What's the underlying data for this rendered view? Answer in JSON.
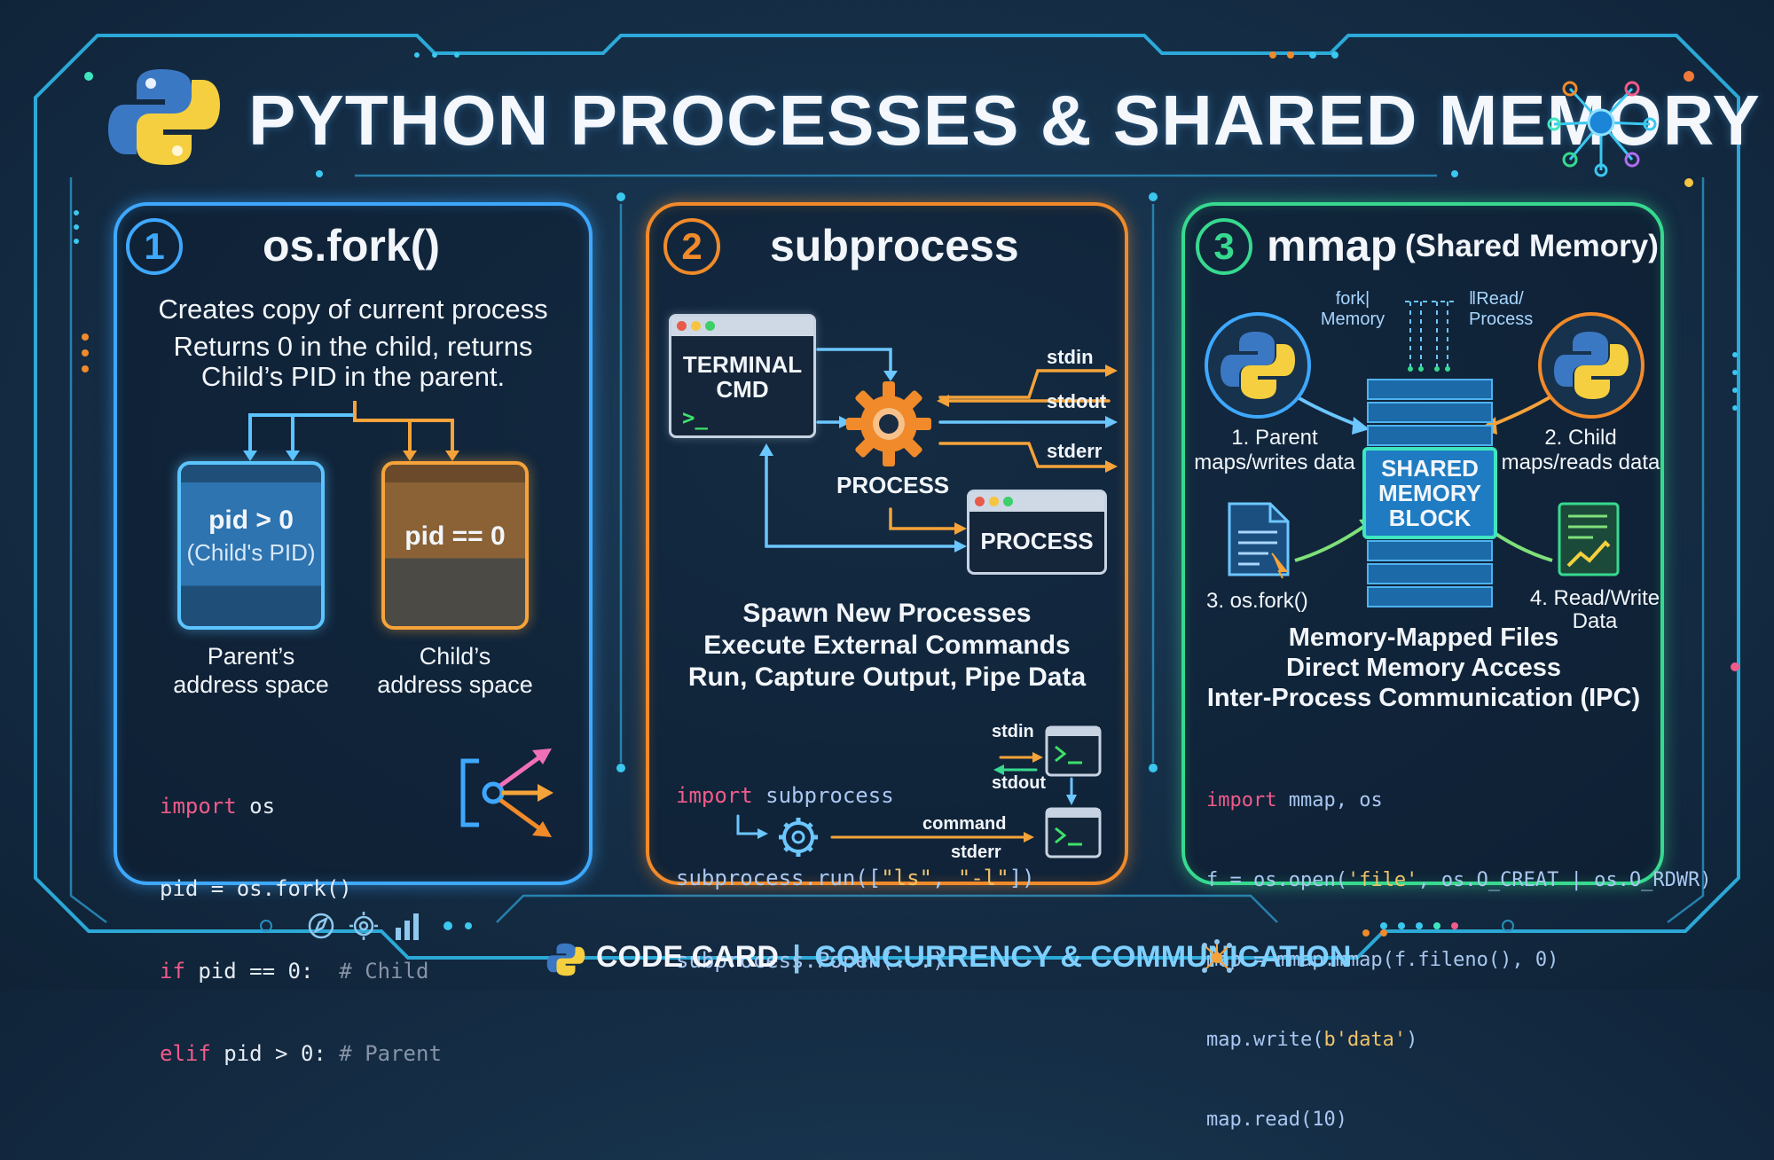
{
  "header": {
    "title": "PYTHON PROCESSES & SHARED MEMORY"
  },
  "panel_fork": {
    "number": "1",
    "heading": "os.fork()",
    "desc_line1": "Creates copy of current process",
    "desc_line2": "Returns 0 in the child, returns",
    "desc_line3": "Child’s PID in the parent.",
    "parent_box_line1": "pid > 0",
    "parent_box_line2": "(Child's PID)",
    "child_box": "pid == 0",
    "parent_label_line1": "Parent’s",
    "parent_label_line2": "address space",
    "child_label_line1": "Child’s",
    "child_label_line2": "address space",
    "code": {
      "l1_kw": "import",
      "l1_rest": " os",
      "l2": "pid = os.fork()",
      "l3_kw": "if",
      "l3_rest": " pid == 0:  ",
      "l3_cm": "# Child",
      "l4_kw": "elif",
      "l4_rest": " pid > 0: ",
      "l4_cm": "# Parent"
    }
  },
  "panel_sub": {
    "number": "2",
    "heading": "subprocess",
    "terminal_line1": "TERMINAL",
    "terminal_line2": "CMD",
    "prompt": ">_",
    "process_label": "PROCESS",
    "process_window": "PROCESS",
    "stdin": "stdin",
    "stdout": "stdout",
    "stderr": "stderr",
    "desc_line1": "Spawn New Processes",
    "desc_line2": "Execute External Commands",
    "desc_line3": "Run, Capture Output, Pipe Data",
    "code": {
      "l1_kw": "import",
      "l1_rest": " subprocess",
      "l2_a": "subprocess.run([",
      "l2_s1": "\"ls\"",
      "l2_b": ", ",
      "l2_s2": "\"-l\"",
      "l2_c": "])",
      "l3": "subprocess.Popen(...)"
    },
    "mini_stdin": "stdin",
    "mini_stdout": "stdout",
    "mini_command": "command",
    "mini_stderr": "stderr"
  },
  "panel_mmap": {
    "number": "3",
    "heading": "mmap",
    "heading_sub": "(Shared Memory)",
    "top_left_line1": "fork|",
    "top_left_line2": "Memory",
    "top_right_line1": "‖Read/",
    "top_right_line2": "Process",
    "block_line1": "SHARED",
    "block_line2": "MEMORY",
    "block_line3": "BLOCK",
    "step1_line1": "1. Parent",
    "step1_line2": "maps/writes data",
    "step2_line1": "2. Child",
    "step2_line2": "maps/reads data",
    "step3": "3. os.fork()",
    "step4_line1": "4. Read/Write",
    "step4_line2": "Data",
    "desc_line1": "Memory-Mapped Files",
    "desc_line2": "Direct Memory Access",
    "desc_line3": "Inter-Process Communication (IPC)",
    "code": {
      "l1_kw": "import",
      "l1_rest": " mmap, os",
      "l2_a": "f = os.open(",
      "l2_s": "'file'",
      "l2_b": ", os.O_CREAT | os.O_RDWR)",
      "l3": "map = mmap.mmap(f.fileno(), 0)",
      "l4_a": "map.write(",
      "l4_s": "b'data'",
      "l4_b": ")",
      "l5": "map.read(10)"
    }
  },
  "footer": {
    "part1": "CODE CARD",
    "separator": "|",
    "part2": "CONCURRENCY & COMMUNICATION"
  },
  "colors": {
    "blue": "#3ea8ff",
    "orange": "#f08a2a",
    "green": "#37d98f",
    "python_blue": "#3b78c4",
    "python_yellow": "#f5cf3f"
  },
  "icons": [
    "python-logo-icon",
    "network-hub-icon",
    "gear-icon",
    "terminal-icon",
    "document-icon",
    "chart-document-icon",
    "fork-arrows-icon",
    "compass-icon",
    "bar-chart-icon"
  ]
}
